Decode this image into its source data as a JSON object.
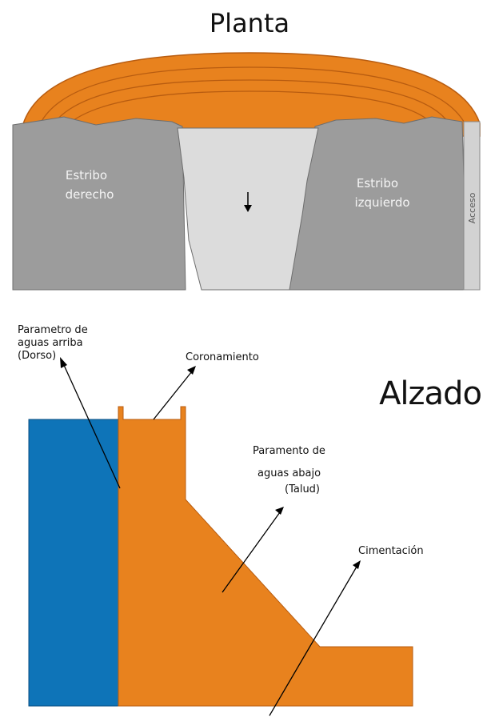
{
  "planta": {
    "title": "Planta",
    "estribo_derecho": [
      "Estribo",
      "derecho"
    ],
    "estribo_izquierdo": [
      "Estribo",
      "izquierdo"
    ],
    "acceso": "Acceso",
    "flow_arrow": "↓"
  },
  "alzado": {
    "title": "Alzado",
    "parametro_aguas_arriba": [
      "Parametro de",
      "aguas arriba",
      "(Dorso)"
    ],
    "coronamiento": "Coronamiento",
    "paramento_aguas_abajo": [
      "Paramento de",
      "aguas abajo",
      "(Talud)"
    ],
    "cimentacion": "Cimentación"
  },
  "colors": {
    "dam_orange": "#E8821E",
    "dam_orange_dark": "#B85C10",
    "rock_gray": "#9C9C9C",
    "rock_dark": "#6E6E6E",
    "channel_light": "#DCDCDC",
    "water_blue": "#0E74B8"
  }
}
